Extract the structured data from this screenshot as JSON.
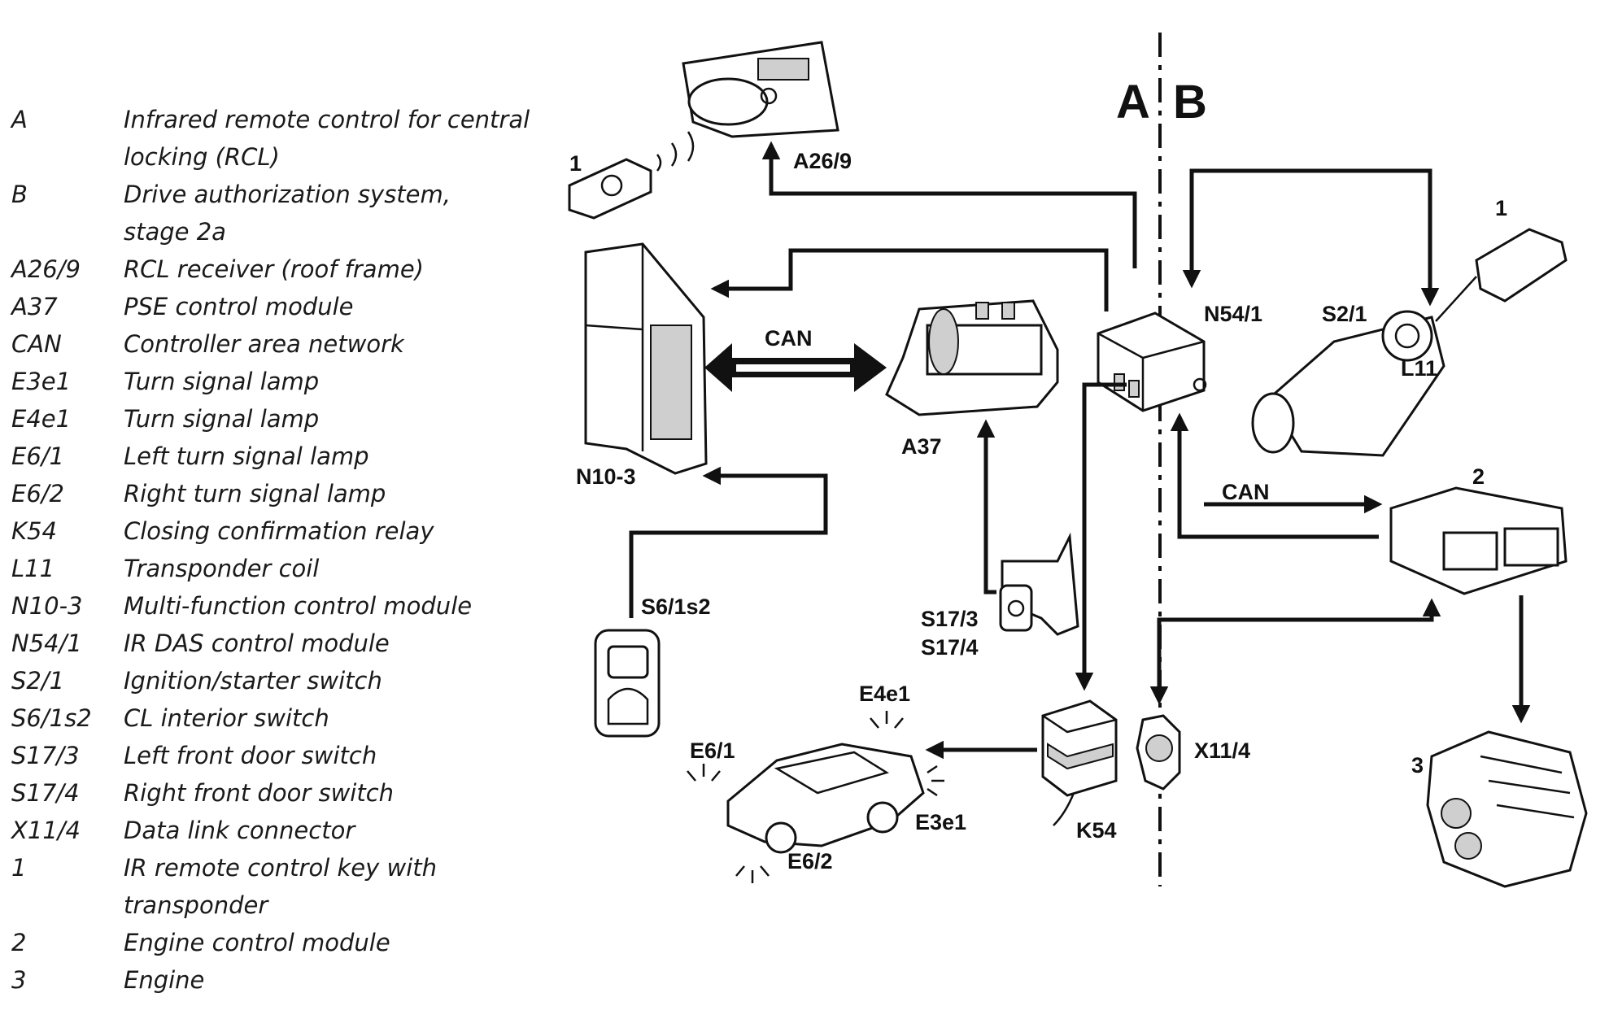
{
  "legend": [
    {
      "code": "A",
      "desc": [
        "Infrared remote control for central",
        "locking (RCL)"
      ]
    },
    {
      "code": "B",
      "desc": [
        "Drive authorization system,",
        "stage 2a"
      ]
    },
    {
      "code": "A26/9",
      "desc": [
        "RCL receiver (roof frame)"
      ]
    },
    {
      "code": "A37",
      "desc": [
        "PSE control module"
      ]
    },
    {
      "code": "CAN",
      "desc": [
        "Controller area network"
      ]
    },
    {
      "code": "E3e1",
      "desc": [
        "Turn signal lamp"
      ]
    },
    {
      "code": "E4e1",
      "desc": [
        "Turn signal lamp"
      ]
    },
    {
      "code": "E6/1",
      "desc": [
        "Left turn signal lamp"
      ]
    },
    {
      "code": "E6/2",
      "desc": [
        "Right turn signal lamp"
      ]
    },
    {
      "code": "K54",
      "desc": [
        "Closing confirmation relay"
      ]
    },
    {
      "code": "L11",
      "desc": [
        "Transponder coil"
      ]
    },
    {
      "code": "N10-3",
      "desc": [
        "Multi-function control module"
      ]
    },
    {
      "code": "N54/1",
      "desc": [
        "IR DAS control module"
      ]
    },
    {
      "code": "S2/1",
      "desc": [
        "Ignition/starter switch"
      ]
    },
    {
      "code": "S6/1s2",
      "desc": [
        "CL interior switch"
      ]
    },
    {
      "code": "S17/3",
      "desc": [
        "Left front door switch"
      ]
    },
    {
      "code": "S17/4",
      "desc": [
        "Right front door switch"
      ]
    },
    {
      "code": "X11/4",
      "desc": [
        "Data link connector"
      ]
    },
    {
      "code": "1",
      "desc": [
        "IR remote control key with",
        "transponder"
      ]
    },
    {
      "code": "2",
      "desc": [
        "Engine control module"
      ]
    },
    {
      "code": "3",
      "desc": [
        "Engine"
      ]
    }
  ],
  "diagram": {
    "section_a": "A",
    "section_b": "B",
    "labels": {
      "key_left": "1",
      "a26_9": "A26/9",
      "can_left": "CAN",
      "n10_3": "N10-3",
      "a37": "A37",
      "n54_1": "N54/1",
      "key_right": "1",
      "s2_1": "S2/1",
      "l11": "L11",
      "can_right": "CAN",
      "ecm": "2",
      "s6_1s2": "S6/1s2",
      "s17_3": "S17/3",
      "s17_4": "S17/4",
      "e4e1": "E4e1",
      "e6_1": "E6/1",
      "e3e1": "E3e1",
      "e6_2": "E6/2",
      "k54": "K54",
      "x11_4": "X11/4",
      "engine": "3"
    }
  }
}
